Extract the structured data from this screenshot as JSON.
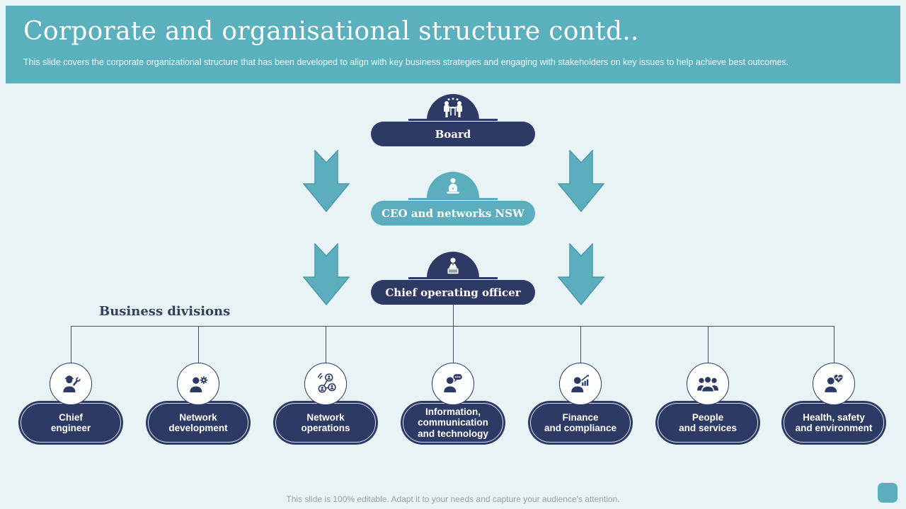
{
  "slide": {
    "title": "Corporate and organisational structure contd..",
    "subtitle": "This slide covers the corporate organizational structure that has been developed to align with key business strategies and engaging with stakeholders on key issues to help achieve best outcomes.",
    "footer": "This slide is 100% editable. Adapt it to your needs and capture your audience's attention."
  },
  "colors": {
    "header_teal": "#5BB0BE",
    "body_background": "#E8F3F6",
    "navy": "#2E3A66",
    "teal_accent": "#5CAEBF",
    "connector_line": "#44505E",
    "footer_text": "#98A2AA"
  },
  "hierarchy": {
    "levels": [
      {
        "label": "Board",
        "icon": "meeting-icon",
        "style": "navy"
      },
      {
        "label": "CEO and networks NSW",
        "icon": "person-laptop-icon",
        "style": "teal"
      },
      {
        "label": "Chief operating officer",
        "icon": "person-desk-icon",
        "style": "navy"
      }
    ],
    "arrows": {
      "icon": "down-arrow",
      "count": 4
    },
    "section_label": "Business divisions",
    "divisions": [
      {
        "label": "Chief\nengineer",
        "icon": "engineer-icon"
      },
      {
        "label": "Network\ndevelopment",
        "icon": "person-gear-icon"
      },
      {
        "label": "Network\noperations",
        "icon": "network-icon"
      },
      {
        "label": "Information,\ncommunication\nand technology",
        "icon": "person-chat-icon"
      },
      {
        "label": "Finance\nand compliance",
        "icon": "person-chart-icon"
      },
      {
        "label": "People\nand services",
        "icon": "people-group-icon"
      },
      {
        "label": "Health, safety\nand environment",
        "icon": "person-heart-icon"
      }
    ]
  }
}
